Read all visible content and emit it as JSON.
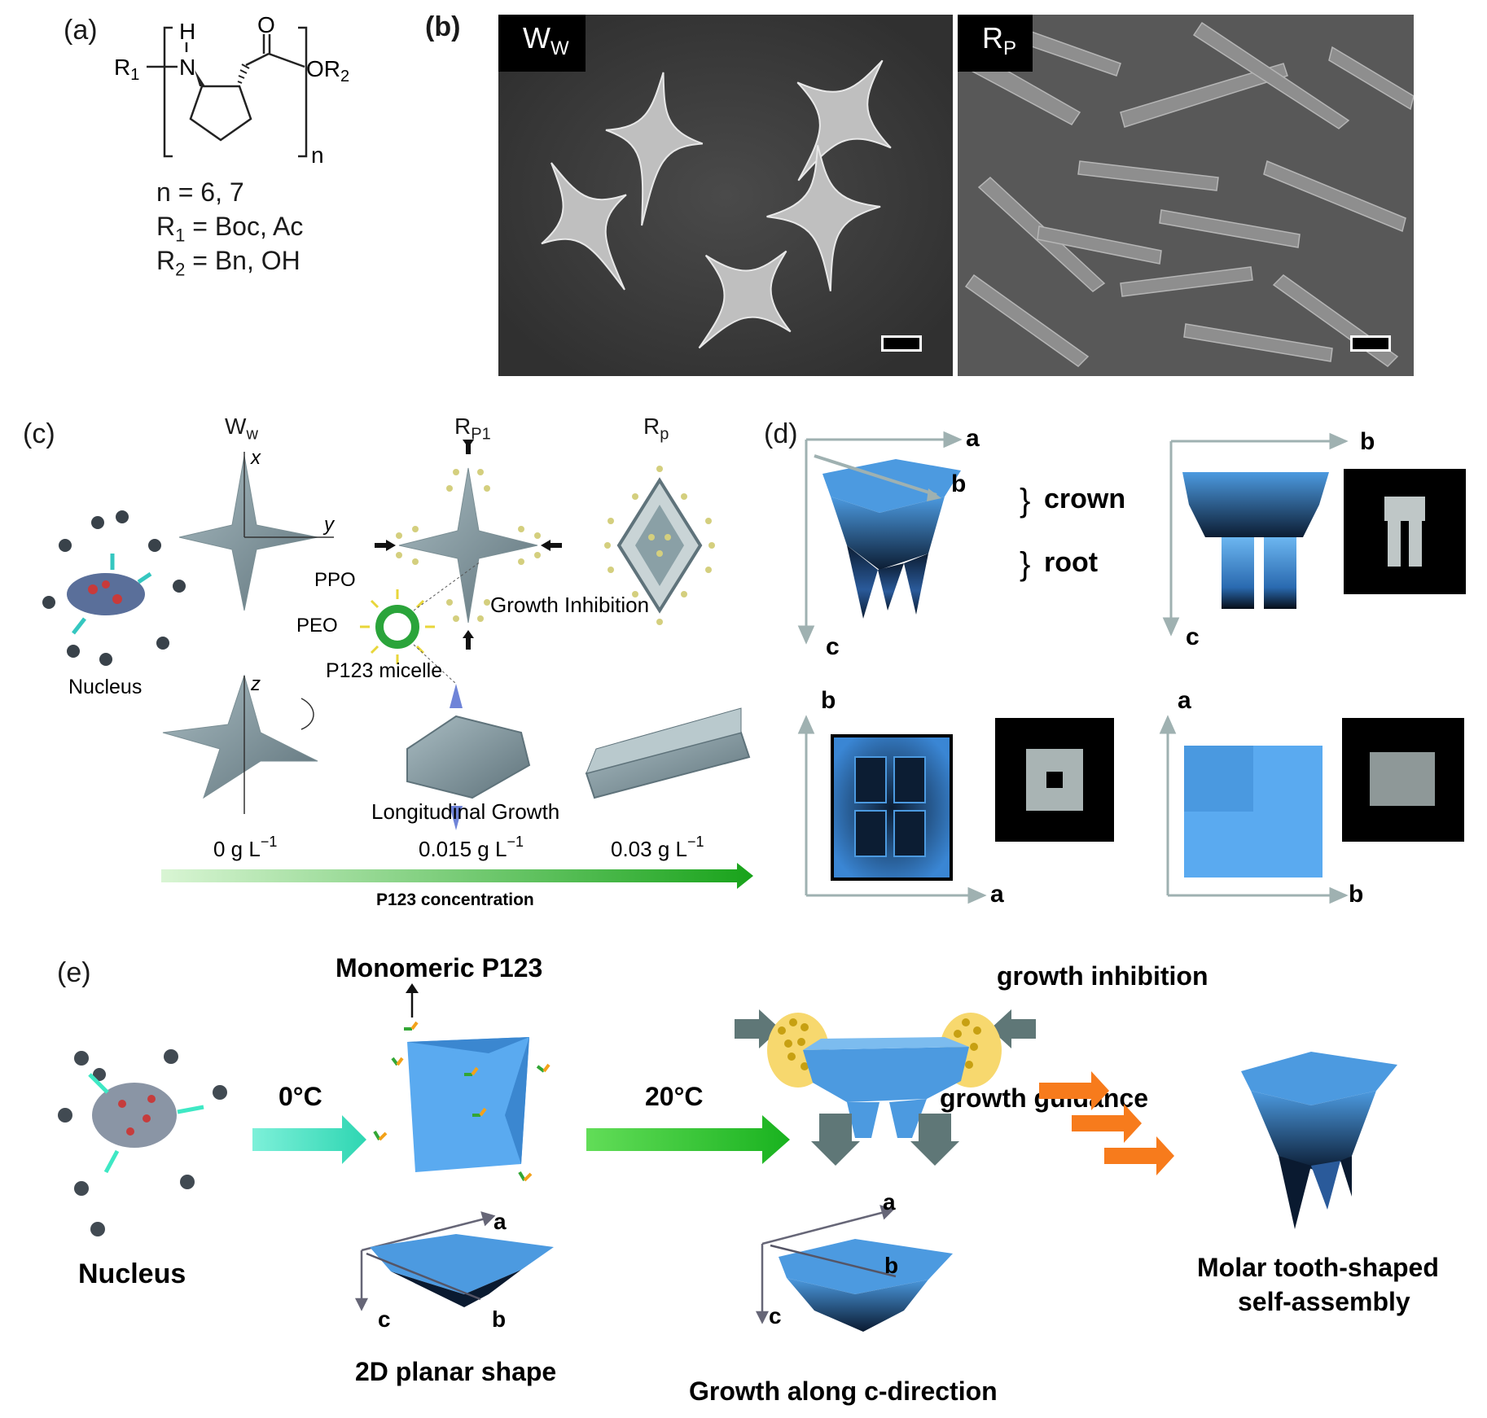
{
  "panels": {
    "a": {
      "label": "(a)",
      "structure": {
        "H": "H",
        "O": "O",
        "R1": "R",
        "R1sub": "1",
        "N": "N",
        "OR2": "OR",
        "OR2sub": "2",
        "n": "n"
      },
      "lines": [
        {
          "text": "n = 6, 7",
          "sub": "",
          "rest": ""
        },
        {
          "text": "R",
          "sub": "1",
          "rest": " = Boc, Ac"
        },
        {
          "text": "R",
          "sub": "2",
          "rest": " = Bn, OH"
        }
      ]
    },
    "b": {
      "label": "(b)",
      "left_tag": {
        "main": "W",
        "sub": "W"
      },
      "right_tag": {
        "main": "R",
        "sub": "P"
      }
    },
    "c": {
      "label": "(c)",
      "col1": {
        "main": "W",
        "sub": "w"
      },
      "col2": {
        "main": "R",
        "sub": "P1"
      },
      "col3": {
        "main": "R",
        "sub": "p"
      },
      "axis_x": "x",
      "axis_y": "y",
      "axis_z": "z",
      "ppo": "PPO",
      "peo": "PEO",
      "micelle": "P123 micelle",
      "nucleus": "Nucleus",
      "growth_inhibition": "Growth Inhibition",
      "longitudinal": "Longitudinal Growth",
      "conc0": "0 g L",
      "conc1": "0.015 g L",
      "conc2": "0.03 g L",
      "conc_sup": "−1",
      "p123_concentration": "P123 concentration"
    },
    "d": {
      "label": "(d)",
      "a": "a",
      "b": "b",
      "c": "c",
      "crown": "crown",
      "root": "root"
    },
    "e": {
      "label": "(e)",
      "monomeric": "Monomeric P123",
      "growth_inhibition": "growth inhibition",
      "growth_guidance": "growth guidance",
      "t0": "0°C",
      "t20": "20°C",
      "nucleus": "Nucleus",
      "planar": "2D planar shape",
      "growth_c": "Growth along c-direction",
      "molar1": "Molar tooth-shaped",
      "molar2": "self-assembly",
      "a": "a",
      "b": "b",
      "c": "c"
    }
  },
  "colors": {
    "blue": "#4c9ae0",
    "dark_blue": "#0c1d33",
    "arrow_teal": "#3ee8c4",
    "arrow_green": "#33c43a",
    "arrow_orange": "#f77b1c",
    "axis_grey": "#9fb1b1",
    "crystal_grey": "#7e9299"
  }
}
